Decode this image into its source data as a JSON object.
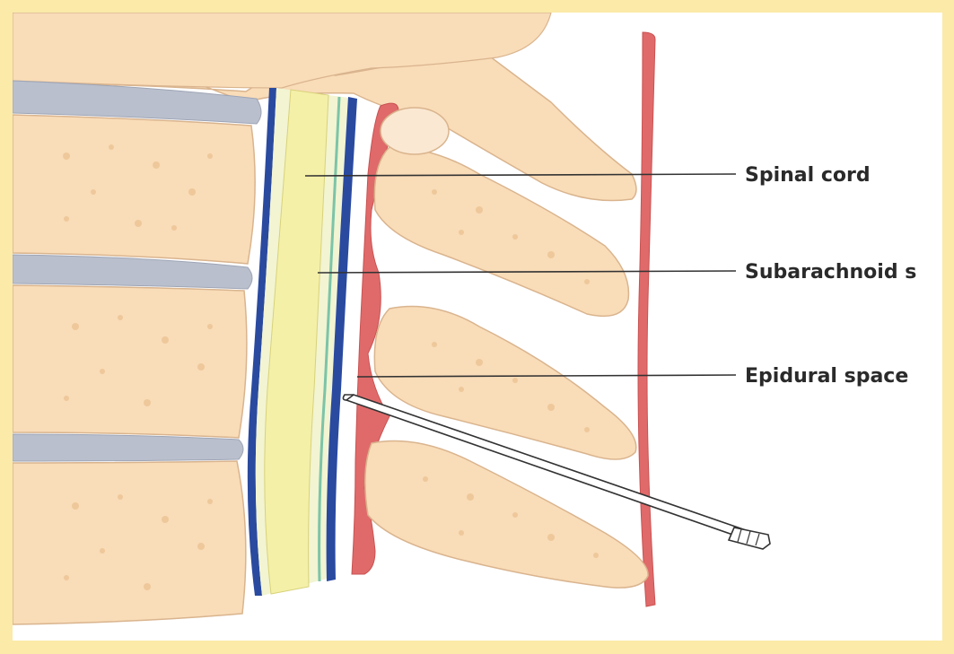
{
  "labels": {
    "spinal_cord": "Spinal cord",
    "subarachnoid": "Subarachnoid s",
    "epidural": "Epidural space"
  },
  "colors": {
    "frame": "#fbeaa8",
    "background": "#ffffff",
    "bone": "#f9dcb8",
    "bone_outline": "#d9b48e",
    "bone_speckle": "#eec89a",
    "disc": "#b9bfcc",
    "dura_blue": "#2a4aa0",
    "spinal_cord_fill": "#f4f0a8",
    "ligament": "#e06a6a",
    "needle": "#ffffff"
  },
  "icons": {
    "needle": "epidural-needle-icon"
  }
}
